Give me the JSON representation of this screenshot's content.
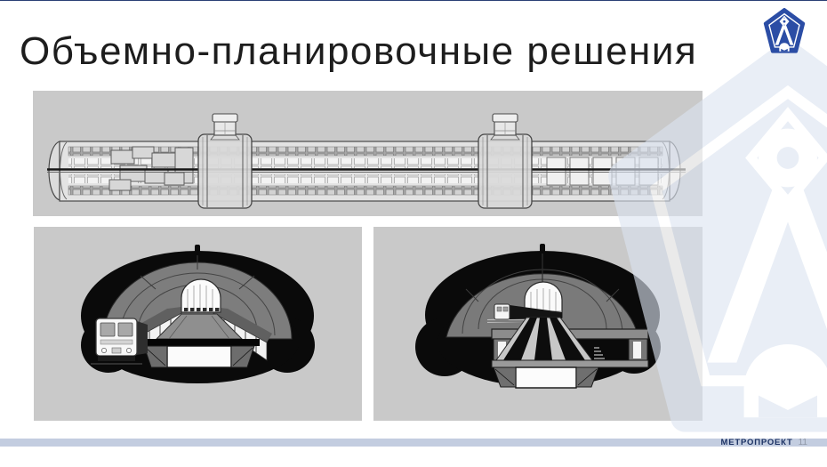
{
  "slide": {
    "title": "Объемно-планировочные решения",
    "footer": {
      "brand": "МЕТРОПРОЕКТ",
      "page": "11"
    },
    "logo": {
      "label": "Метропроект emblem"
    },
    "figures": {
      "longitudinal": "station longitudinal section drawing",
      "cross_section_platform": "station cross-section with train and platform",
      "cross_section_escalators": "station cross-section with escalator incline"
    },
    "colors": {
      "accent_blue": "#2b4da5",
      "footer_bar": "#c3cde0",
      "footer_text": "#1c3264",
      "page_number": "#8e96a6",
      "panel_background": "#c9c9c9",
      "watermark": "#dce4f1",
      "title_text": "#1d1d1d"
    }
  }
}
